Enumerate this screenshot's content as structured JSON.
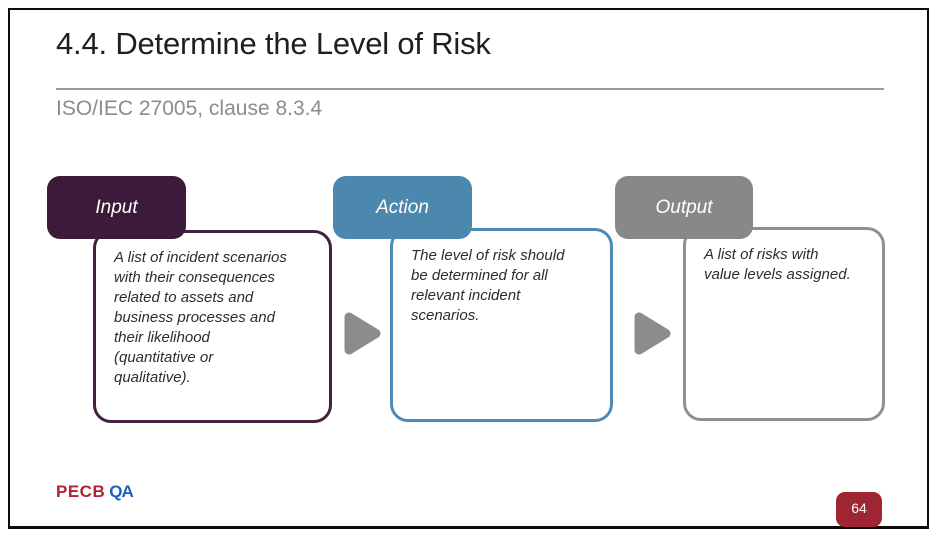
{
  "slide": {
    "title": "4.4. Determine the Level of Risk",
    "subtitle": "ISO/IEC 27005, clause 8.3.4",
    "page_number": "64"
  },
  "logo": {
    "part1": "PECB",
    "part2": "QA"
  },
  "columns": [
    {
      "label": "Input",
      "text": "A list of incident scenarios\nwith their consequences\nrelated to assets and\nbusiness processes and\ntheir likelihood\n(quantitative or\nqualitative).",
      "header_color": "#3c1a39",
      "border_color": "#41213f"
    },
    {
      "label": "Action",
      "text": "The level of risk should\nbe determined for all\nrelevant incident\nscenarios.",
      "header_color": "#4c88ad",
      "border_color": "#4e8bb4"
    },
    {
      "label": "Output",
      "text": "A list of risks with\nvalue levels assigned.",
      "header_color": "#888888",
      "border_color": "#8f8f8f"
    }
  ],
  "icons": {
    "arrow_1": "right-arrow",
    "arrow_2": "right-arrow"
  },
  "colors": {
    "title_text": "#1f1f1f",
    "subtitle_text": "#8c8c8c",
    "divider": "#9a9a9a",
    "arrow": "#8c8c8c",
    "page_badge": "#9e2531",
    "logo_red": "#b02335",
    "logo_blue": "#1a5fc4",
    "frame_border": "#0c0c0c"
  }
}
